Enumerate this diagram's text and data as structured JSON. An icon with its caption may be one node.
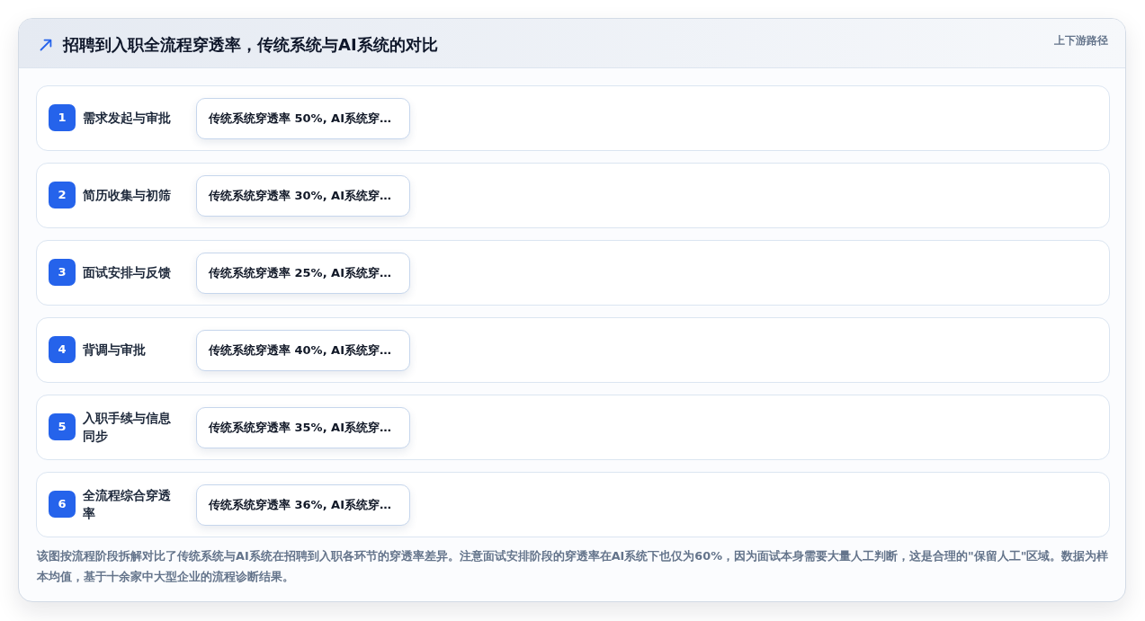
{
  "diagram": {
    "title": "招聘到入职全流程穿透率，传统系统与AI系统的对比",
    "caption": "该图按流程阶段拆解对比了传统系统与AI系统在招聘到入职各环节的穿透率差异。注意面试安排阶段的穿透率在AI系统下也仅为60%，因为面试本身需要大量人工判断，这是合理的\"保留人工\"区域。数据为样本均值，基于十余家中大型企业的流程诊断结果。",
    "nodes": [
      {
        "text": [
          "需求发起与审批"
        ]
      },
      {
        "text": [
          "1"
        ],
        "in": 0
      },
      {
        "text": [
          "传统系统穿透率 50%, AI系统穿…"
        ],
        "in": 0
      },
      {
        "text": [
          "简历收集与初筛"
        ]
      },
      {
        "text": [
          "2"
        ],
        "in": 3
      },
      {
        "text": [
          "传统系统穿透率 30%, AI系统穿…"
        ],
        "in": 3
      },
      {
        "text": [
          "面试安排与反馈"
        ]
      },
      {
        "text": [
          "3"
        ],
        "in": 6
      },
      {
        "text": [
          "传统系统穿透率 25%, AI系统穿…"
        ],
        "in": 6
      },
      {
        "text": [
          "背调与审批"
        ]
      },
      {
        "text": [
          "4"
        ],
        "in": 9
      },
      {
        "text": [
          "传统系统穿透率 40%, AI系统穿…"
        ],
        "in": 9
      },
      {
        "text": [
          "入职手续与信息同步"
        ]
      },
      {
        "text": [
          "5"
        ],
        "in": 12
      },
      {
        "text": [
          "传统系统穿透率 35%, AI系统穿…"
        ],
        "in": 12
      },
      {
        "text": [
          "全流程综合穿透率"
        ]
      },
      {
        "text": [
          "6"
        ],
        "in": 15
      },
      {
        "text": [
          "传统系统穿透率 36%, AI系统穿…"
        ],
        "in": 15
      }
    ],
    "labels": [
      "上下游路径"
    ]
  }
}
